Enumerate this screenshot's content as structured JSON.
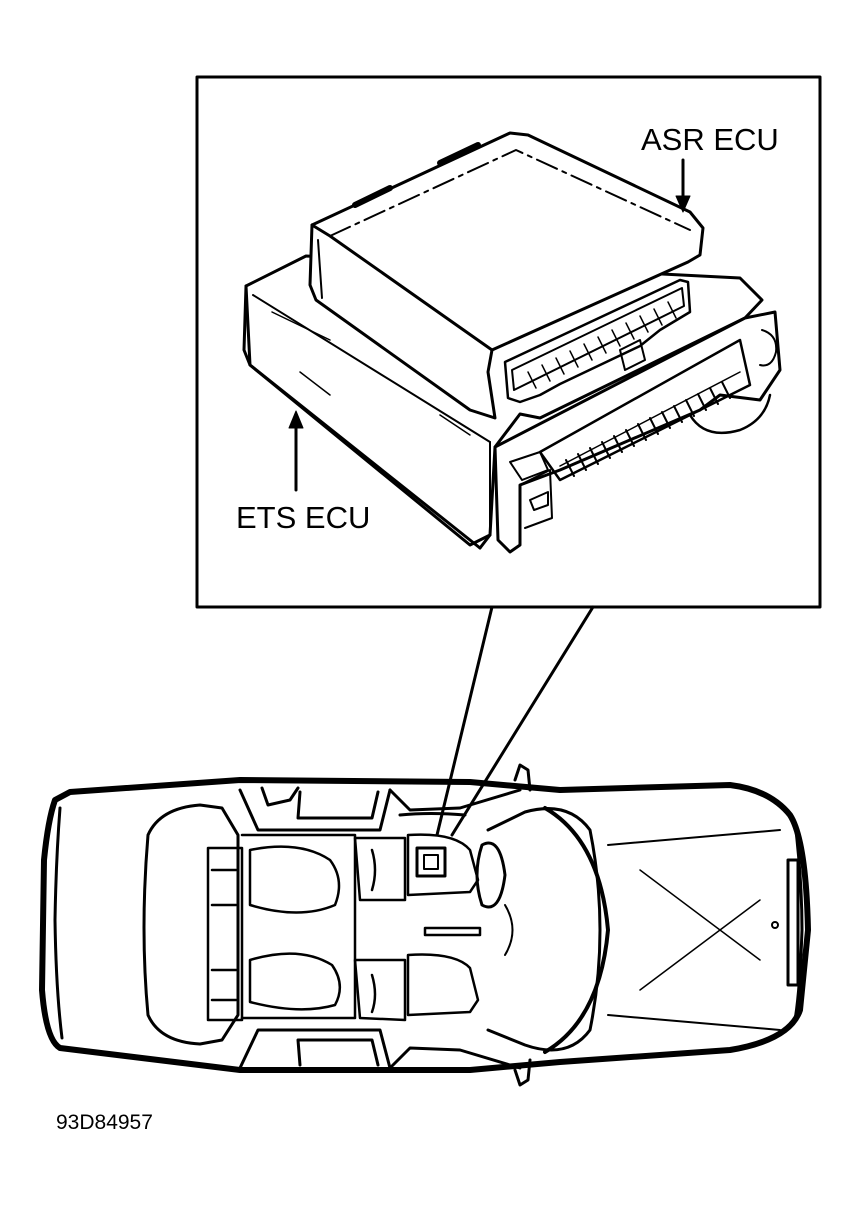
{
  "labels": {
    "asr_ecu": "ASR ECU",
    "ets_ecu": "ETS ECU"
  },
  "figure_id": "93D84957",
  "colors": {
    "ink": "#000000",
    "paper": "#ffffff"
  }
}
